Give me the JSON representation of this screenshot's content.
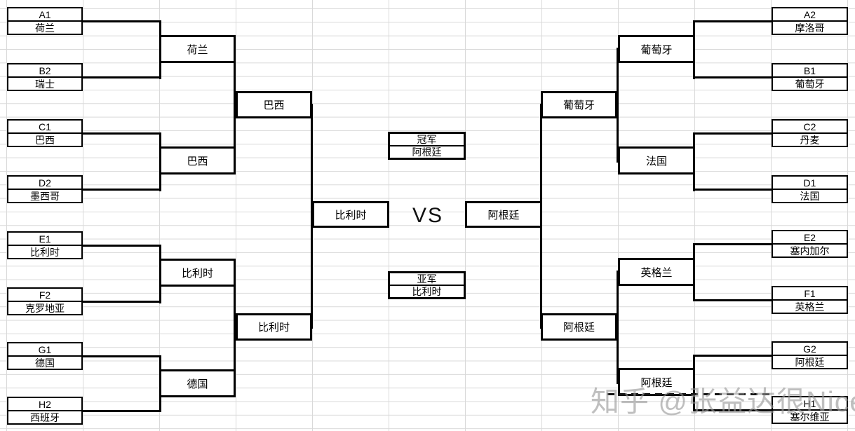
{
  "watermark": "知乎 @张益达很Nice",
  "bracket": {
    "vs_label": "VS",
    "champion": {
      "label": "冠军",
      "team": "阿根廷"
    },
    "runner_up": {
      "label": "亚军",
      "team": "比利时"
    },
    "finalists": {
      "left": "比利时",
      "right": "阿根廷"
    },
    "left": {
      "round_of_16": [
        {
          "seed": "A1",
          "team": "荷兰"
        },
        {
          "seed": "B2",
          "team": "瑞士"
        },
        {
          "seed": "C1",
          "team": "巴西"
        },
        {
          "seed": "D2",
          "team": "墨西哥"
        },
        {
          "seed": "E1",
          "team": "比利时"
        },
        {
          "seed": "F2",
          "team": "克罗地亚"
        },
        {
          "seed": "G1",
          "team": "德国"
        },
        {
          "seed": "H2",
          "team": "西班牙"
        }
      ],
      "quarterfinal_winners": [
        "荷兰",
        "巴西",
        "比利时",
        "德国"
      ],
      "semifinal_winners": [
        "巴西",
        "比利时"
      ]
    },
    "right": {
      "round_of_16": [
        {
          "seed": "A2",
          "team": "摩洛哥"
        },
        {
          "seed": "B1",
          "team": "葡萄牙"
        },
        {
          "seed": "C2",
          "team": "丹麦"
        },
        {
          "seed": "D1",
          "team": "法国"
        },
        {
          "seed": "E2",
          "team": "塞内加尔"
        },
        {
          "seed": "F1",
          "team": "英格兰"
        },
        {
          "seed": "G2",
          "team": "阿根廷"
        },
        {
          "seed": "H1",
          "team": "塞尔维亚"
        }
      ],
      "quarterfinal_winners": [
        "葡萄牙",
        "法国",
        "英格兰",
        "阿根廷"
      ],
      "semifinal_winners": [
        "葡萄牙",
        "阿根廷"
      ]
    }
  },
  "colors": {
    "line": "#000000",
    "gridline": "#d9d9d9",
    "watermark": "#989898"
  }
}
